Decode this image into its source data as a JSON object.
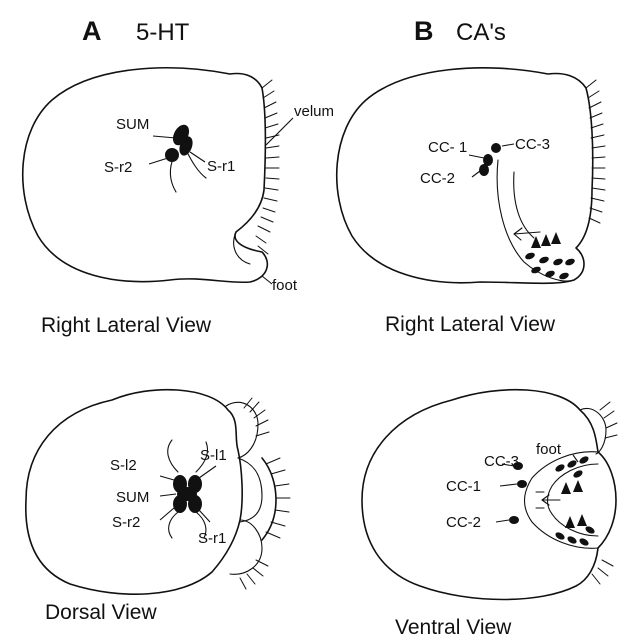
{
  "panels": {
    "a": {
      "letter": "A",
      "title": "5-HT",
      "top": {
        "caption": "Right Lateral View",
        "labels": {
          "sum": "SUM",
          "s_r2": "S-r2",
          "s_r1": "S-r1",
          "velum": "velum",
          "foot": "foot"
        }
      },
      "bottom": {
        "caption": "Dorsal View",
        "labels": {
          "s_l2": "S-l2",
          "s_l1": "S-l1",
          "sum": "SUM",
          "s_r2": "S-r2",
          "s_r1": "S-r1"
        }
      }
    },
    "b": {
      "letter": "B",
      "title": "CA's",
      "top": {
        "caption": "Right Lateral View",
        "labels": {
          "cc1": "CC- 1",
          "cc3": "CC-3",
          "cc2": "CC-2"
        }
      },
      "bottom": {
        "caption": "Ventral View",
        "labels": {
          "foot": "foot",
          "cc3": "CC-3",
          "cc1": "CC-1",
          "cc2": "CC-2"
        }
      }
    }
  }
}
